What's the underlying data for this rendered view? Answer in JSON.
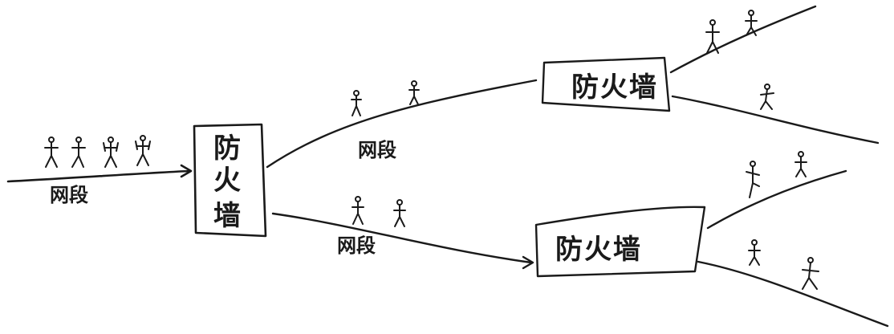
{
  "firewall_label": "防火墙",
  "firewall_chars": [
    "防",
    "火",
    "墙"
  ],
  "segment_label": "网段"
}
